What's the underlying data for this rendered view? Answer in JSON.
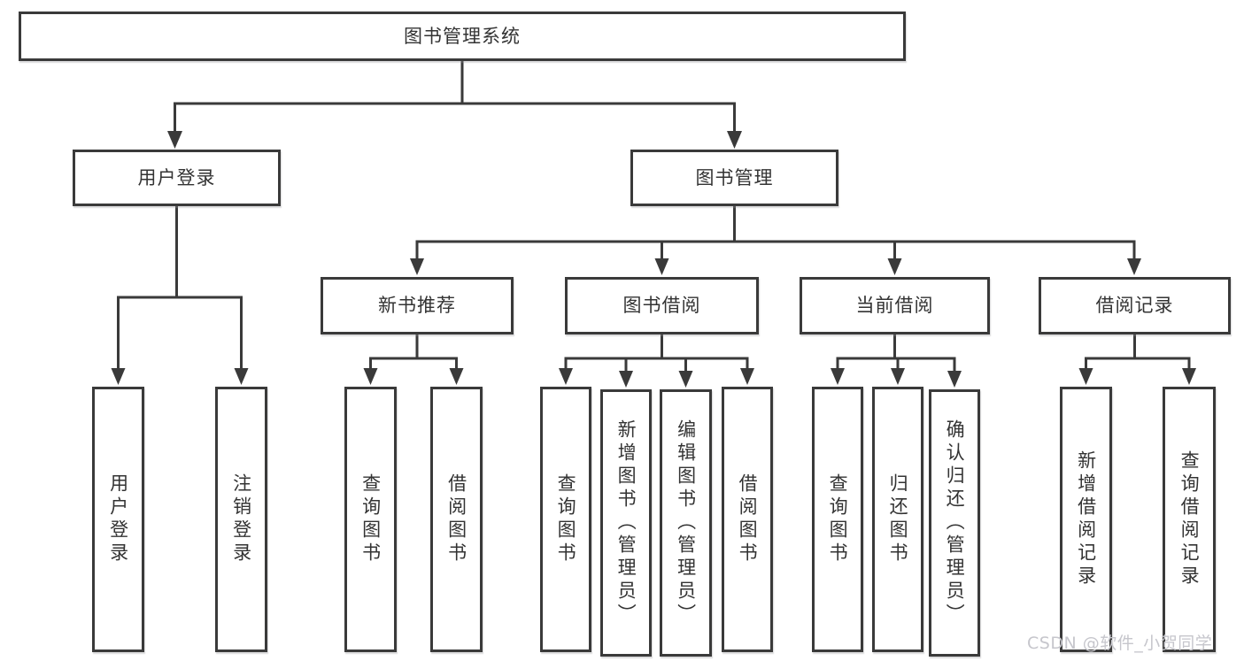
{
  "tree": {
    "root": "图书管理系统",
    "children": [
      {
        "label": "用户登录",
        "children": [
          "用户登录",
          "注销登录"
        ]
      },
      {
        "label": "图书管理",
        "children": [
          {
            "label": "新书推荐",
            "children": [
              "查询图书",
              "借阅图书"
            ]
          },
          {
            "label": "图书借阅",
            "children": [
              "查询图书",
              "新增图书（管理员）",
              "编辑图书（管理员）",
              "借阅图书"
            ]
          },
          {
            "label": "当前借阅",
            "children": [
              "查询图书",
              "归还图书",
              "确认归还（管理员）"
            ]
          },
          {
            "label": "借阅记录",
            "children": [
              "新增借阅记录",
              "查询借阅记录"
            ]
          }
        ]
      }
    ]
  },
  "watermark": {
    "text": "CSDN @软件_小贺同学"
  },
  "colors": {
    "line": "#3a3a3a",
    "text": "#333333",
    "background": "#ffffff",
    "watermark": "#c6c6cc"
  }
}
